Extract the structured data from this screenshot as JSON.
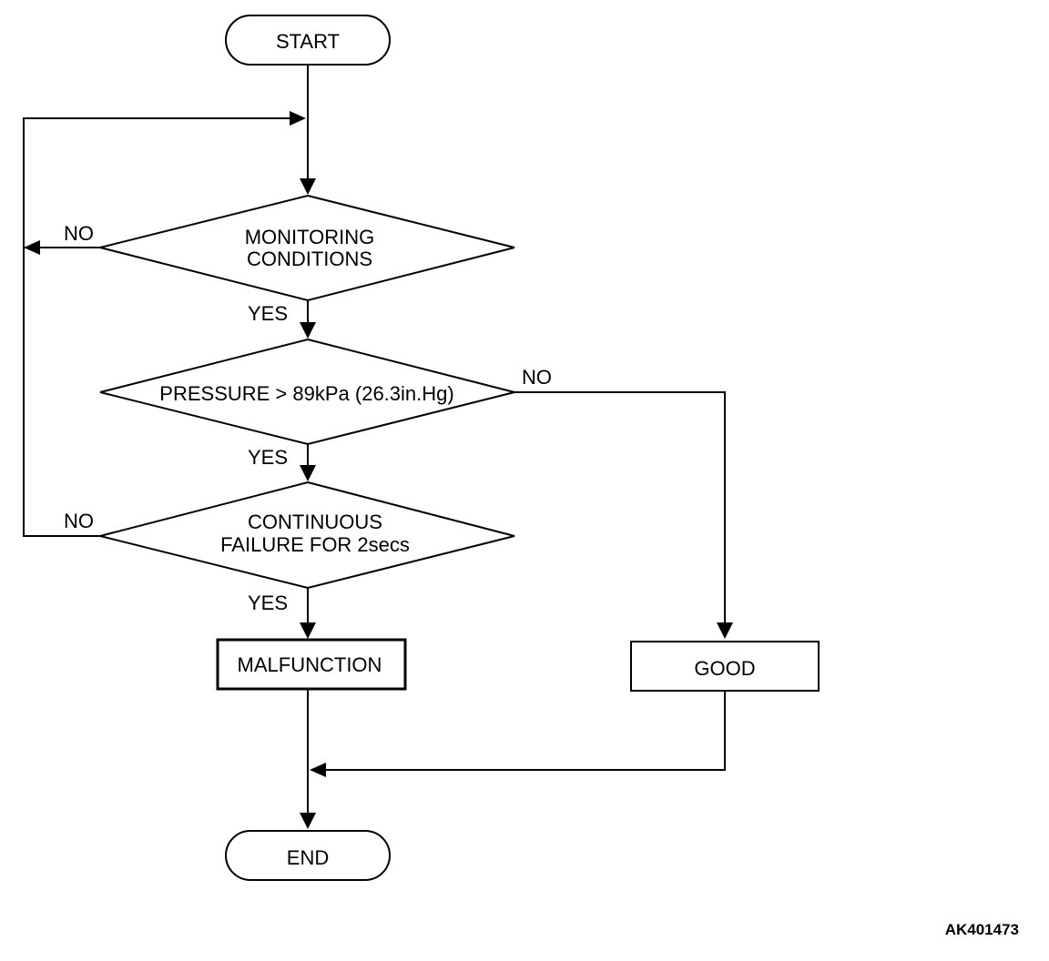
{
  "nodes": {
    "start": "START",
    "monitoring_line1": "MONITORING",
    "monitoring_line2": "CONDITIONS",
    "pressure": "PRESSURE > 89kPa (26.3in.Hg)",
    "continuous_line1": "CONTINUOUS",
    "continuous_line2": "FAILURE FOR 2secs",
    "malfunction": "MALFUNCTION",
    "good": "GOOD",
    "end": "END"
  },
  "edges": {
    "monitoring_no": "NO",
    "monitoring_yes": "YES",
    "pressure_no": "NO",
    "pressure_yes": "YES",
    "continuous_no": "NO",
    "continuous_yes": "YES"
  },
  "figure_code": "AK401473"
}
